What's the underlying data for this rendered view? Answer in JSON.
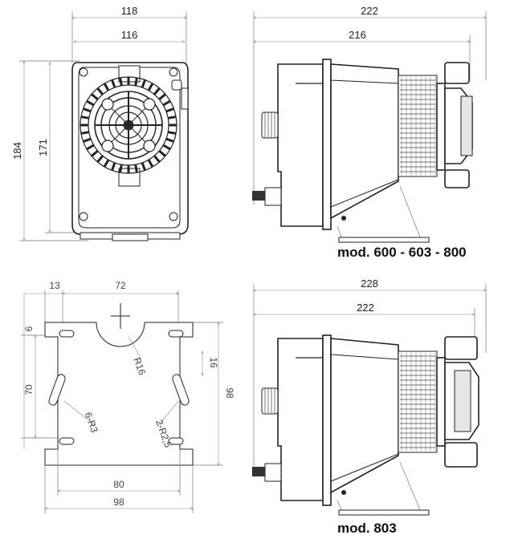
{
  "front_view": {
    "dims": {
      "outer_width": "118",
      "inner_width": "116",
      "outer_height": "184",
      "inner_height": "171"
    }
  },
  "side_view_top": {
    "dims": {
      "overall_length": "222",
      "body_length": "216"
    },
    "model_label": "mod. 600 - 603 - 800"
  },
  "base_plate": {
    "dims": {
      "left_offset": "13",
      "slot_spacing_top": "72",
      "small_top": "6",
      "radius_center": "R16",
      "vertical_70": "70",
      "vertical_16": "16",
      "vertical_98": "98",
      "slot_radius_left": "6-R3",
      "slot_radius_right": "2-R2,5",
      "bottom_80": "80",
      "bottom_98": "98"
    }
  },
  "side_view_bottom": {
    "dims": {
      "overall_length": "228",
      "body_length": "222"
    },
    "model_label": "mod. 803"
  }
}
